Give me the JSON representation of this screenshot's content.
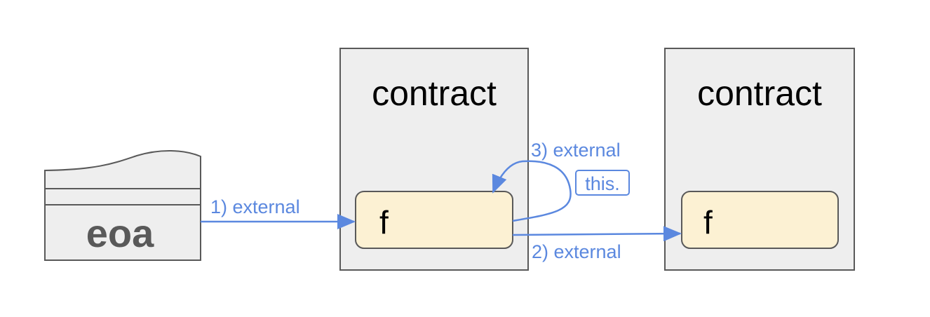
{
  "nodes": {
    "eoa": {
      "label": "eoa"
    },
    "contract_a": {
      "title": "contract",
      "function_label": "f"
    },
    "contract_b": {
      "title": "contract",
      "function_label": "f"
    }
  },
  "edges": [
    {
      "id": "call-1",
      "label": "1) external",
      "from": "eoa",
      "to": "contract_a.f"
    },
    {
      "id": "call-2",
      "label": "2) external",
      "from": "contract_a.f",
      "to": "contract_b.f"
    },
    {
      "id": "call-3",
      "label": "3) external",
      "from": "contract_a.f",
      "to": "contract_a.f",
      "badge": "this."
    }
  ],
  "colors": {
    "arrow": "#5b88df",
    "node_fill": "#eeeeee",
    "node_stroke": "#595959",
    "function_fill": "#fcf1d3",
    "eoa_text": "#595959"
  }
}
